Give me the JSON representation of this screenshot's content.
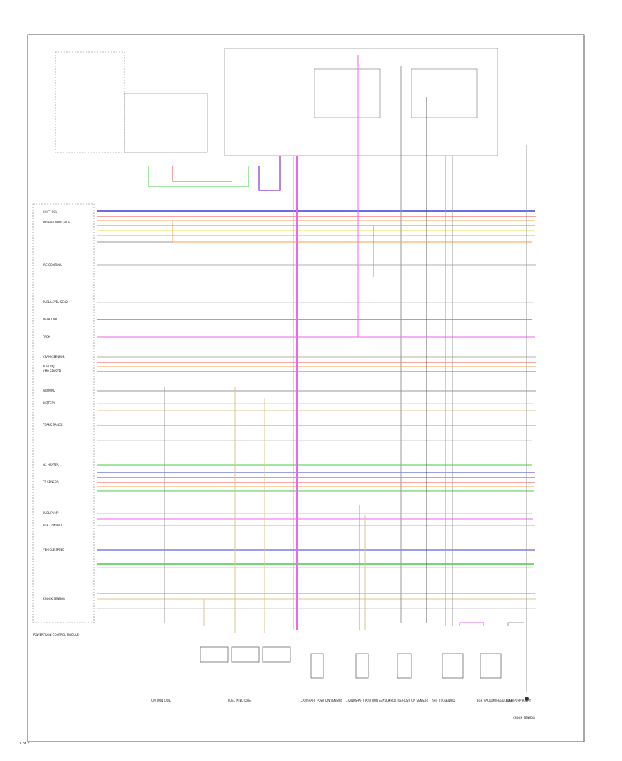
{
  "diagram": {
    "caption_code": "1 of 2",
    "module_caption": "POWERTRAIN CONTROL MODULE",
    "left_labels": [
      "SHIFT SOL",
      "UPSHIFT INDICATOR",
      "IAC CONTROL",
      "FUEL LEVEL SEND",
      "DATA LINK",
      "TACH",
      "CRANK SENSOR",
      "FUEL INJ",
      "CMP SENSOR",
      "GROUND",
      "BATTERY",
      "TRANS RANGE",
      "O2 HEATER",
      "TP SENSOR",
      "FUEL PUMP",
      "EGR CONTROL",
      "VEHICLE SPEED",
      "KNOCK SENSOR"
    ],
    "bottom_components": [
      "IGNITION COIL",
      "FUEL INJECTORS",
      "CAMSHAFT POSITION SENSOR",
      "CRANKSHAFT POSITION SENSOR",
      "THROTTLE POSITION SENSOR",
      "SHIFT SOLENOID",
      "EGR VACUUM REGULATOR",
      "FUEL PUMP RELAY",
      "KNOCK SENSOR"
    ],
    "wire_colors": {
      "blue": "#3b3bd6",
      "magenta": "#ee66ee",
      "green": "#44cc44",
      "red": "#e84c4c",
      "orange": "#f0a050",
      "violet": "#8833cc",
      "yellow": "#e6e64a",
      "gray": "#999999",
      "tan": "#d9c690",
      "black": "#333333"
    }
  }
}
